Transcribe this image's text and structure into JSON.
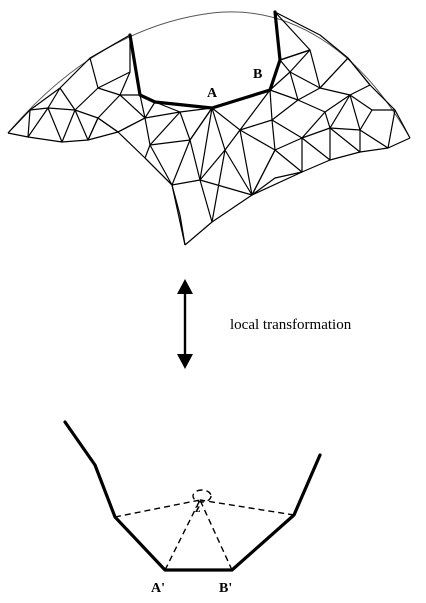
{
  "labels": {
    "point_a": "A",
    "point_b": "B",
    "point_a_prime": "A'",
    "point_b_prime": "B'",
    "vertex_z": "z",
    "transformation": "local transformation"
  }
}
